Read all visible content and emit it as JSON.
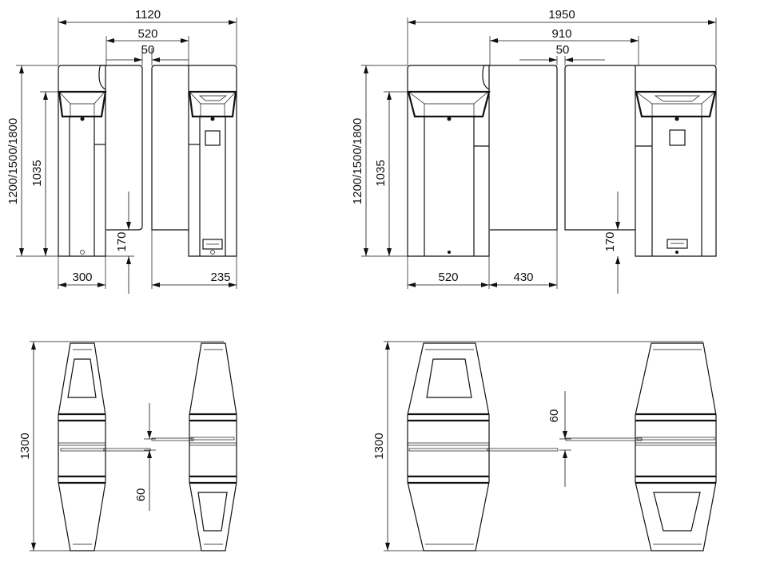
{
  "title": "Swing gate turnstile dimension drawing",
  "views": {
    "front_single": {
      "overall_width": "1120",
      "passage_width": "520",
      "gap": "50",
      "height_options": "1200/1500/1800",
      "cabinet_height": "1035",
      "ground_clearance": "170",
      "cabinet_width": "300",
      "panel_offset": "235"
    },
    "front_wide": {
      "overall_width": "1950",
      "passage_width": "910",
      "gap": "50",
      "height_options": "1200/1500/1800",
      "cabinet_height": "1035",
      "ground_clearance": "170",
      "cabinet_width": "520",
      "panel_width": "430"
    },
    "plan_single": {
      "length": "1300",
      "arm_offset": "60"
    },
    "plan_wide": {
      "length": "1300",
      "arm_offset": "60"
    }
  }
}
